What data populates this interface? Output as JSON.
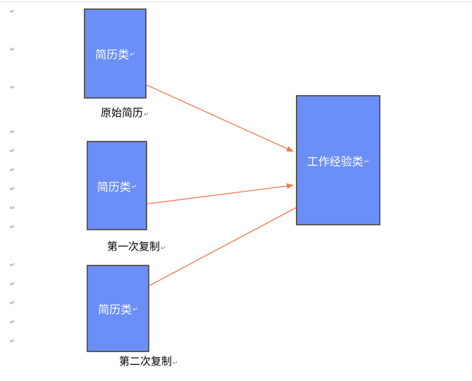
{
  "paragraph_mark": "↵",
  "boxes": {
    "original": {
      "label": "简历类"
    },
    "copy1": {
      "label": "简历类"
    },
    "copy2": {
      "label": "简历类"
    },
    "target": {
      "label": "工作经验类"
    }
  },
  "captions": {
    "original": "原始简历",
    "copy1": "第一次复制",
    "copy2": "第二次复制"
  },
  "colors": {
    "box_fill": "#6b8ef9",
    "box_border": "#5a5a5a",
    "arrow": "#f07850"
  }
}
